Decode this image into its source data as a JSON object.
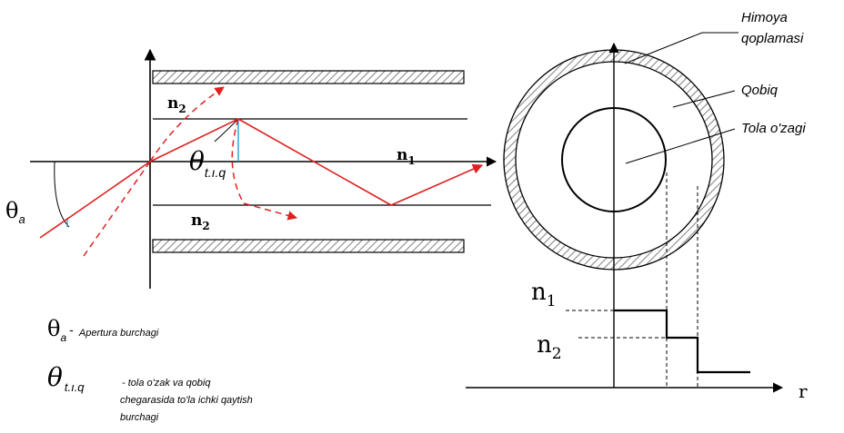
{
  "labels": {
    "n1_core": "n",
    "n1_core_sub": "1",
    "n2_top": "n",
    "n2_top_sub": "2",
    "n2_bottom": "n",
    "n2_bottom_sub": "2",
    "theta_a": "θ",
    "theta_a_sub": "a",
    "theta_tiq": "θ",
    "theta_tiq_sub": "t.ı.q",
    "protective_coating": [
      "Himoya",
      "qoplamasi"
    ],
    "cladding": "Qobiq",
    "core": "Tola o'zagi",
    "profile_n1": "n",
    "profile_n1_sub": "1",
    "profile_n2": "n",
    "profile_n2_sub": "2",
    "r_axis": "r"
  },
  "legend": {
    "theta_a_symbol": "θ",
    "theta_a_sub": "a",
    "theta_a_dash": "-",
    "theta_a_text": "Apertura burchagi",
    "theta_tiq_symbol": "θ",
    "theta_tiq_sub": "t.ı.q",
    "theta_tiq_text": [
      "- tola o'zak va qobiq",
      "chegarasida to'la ichki qaytish",
      "burchagi"
    ]
  },
  "colors": {
    "ray": "#e02020",
    "normal": "#2a9ad8",
    "line": "#000000",
    "hatch": "#8a8a8a"
  }
}
